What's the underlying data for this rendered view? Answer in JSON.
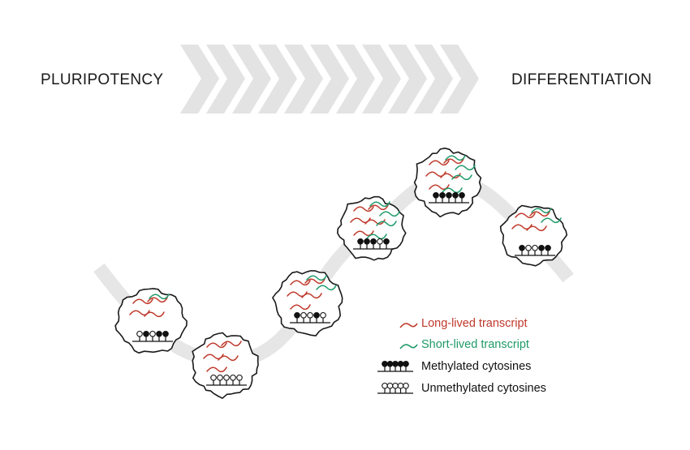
{
  "stages": {
    "start": "PLURIPOTENCY",
    "end": "DIFFERENTIATION"
  },
  "legend": [
    {
      "id": "long",
      "label": "Long-lived transcript",
      "color": "#c0392b"
    },
    {
      "id": "short",
      "label": "Short-lived transcript",
      "color": "#1e9a6a"
    },
    {
      "id": "meth",
      "label": "Methylated cytosines",
      "color": "#111111"
    },
    {
      "id": "unmeth",
      "label": "Unmethylated cytosines",
      "color": "#111111"
    }
  ],
  "colors": {
    "arrow": "#e3e3e3",
    "path": "#e6e6e6",
    "cell_stroke": "#1a1a1a",
    "long_transcript": "#c0392b",
    "short_transcript": "#1e9a6a"
  },
  "cells": [
    {
      "stage": 1,
      "long_transcripts": 4,
      "short_transcripts": 1,
      "cytosines": [
        "u",
        "m",
        "u",
        "m",
        "m"
      ]
    },
    {
      "stage": 2,
      "long_transcripts": 5,
      "short_transcripts": 0,
      "cytosines": [
        "u",
        "u",
        "u",
        "u",
        "u"
      ]
    },
    {
      "stage": 3,
      "long_transcripts": 5,
      "short_transcripts": 2,
      "cytosines": [
        "m",
        "u",
        "u",
        "m",
        "u"
      ]
    },
    {
      "stage": 4,
      "long_transcripts": 5,
      "short_transcripts": 4,
      "cytosines": [
        "m",
        "m",
        "m",
        "u",
        "m"
      ]
    },
    {
      "stage": 5,
      "long_transcripts": 5,
      "short_transcripts": 4,
      "cytosines": [
        "m",
        "m",
        "m",
        "m",
        "m"
      ]
    },
    {
      "stage": 6,
      "long_transcripts": 4,
      "short_transcripts": 2,
      "cytosines": [
        "m",
        "u",
        "u",
        "m",
        "m"
      ]
    }
  ]
}
